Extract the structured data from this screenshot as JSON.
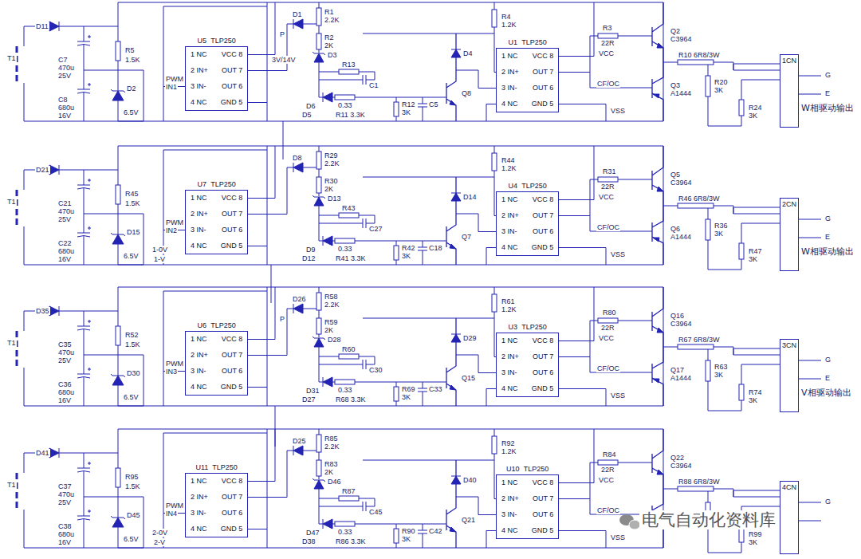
{
  "diagram": {
    "nodes": [
      {
        "text": [
          "U5",
          "TLP250",
          "1 NC",
          "VCC 8",
          "2 IN+",
          "OUT 7",
          "3 IN-",
          "OUT 6",
          "4 NC",
          "GND 5"
        ]
      },
      {
        "text": [
          "U1",
          "TLP250",
          "1 NC",
          "VCC 8",
          "2 IN+",
          "OUT 7",
          "3 IN-",
          "OUT 6",
          "4 NC",
          "GND 5"
        ]
      },
      {
        "text": [
          "1CN"
        ]
      },
      {
        "text": [
          "U7",
          "TLP250",
          "1 NC",
          "VCC 8",
          "2 IN+",
          "OUT 7",
          "3 IN-",
          "OUT 6",
          "4 NC",
          "GND 5"
        ]
      },
      {
        "text": [
          "U4",
          "TLP250",
          "1 NC",
          "VCC 8",
          "2 IN+",
          "OUT 7",
          "3 IN-",
          "OUT 6",
          "4 NC",
          "GND 5"
        ]
      },
      {
        "text": [
          "2CN"
        ]
      },
      {
        "text": [
          "U6",
          "TLP250",
          "1 NC",
          "VCC 8",
          "2 IN+",
          "OUT 7",
          "3 IN-",
          "OUT 6",
          "4 NC",
          "GND 5"
        ]
      },
      {
        "text": [
          "U3",
          "TLP250",
          "1 NC",
          "VCC 8",
          "2 IN+",
          "OUT 7",
          "3 IN-",
          "OUT 6",
          "4 NC",
          "GND 5"
        ]
      },
      {
        "text": [
          "3CN"
        ]
      },
      {
        "text": [
          "U11",
          "TLP250",
          "1 NC",
          "VCC 8",
          "2 IN+",
          "OUT 7",
          "3 IN-",
          "OUT 6",
          "4 NC",
          "GND 5"
        ]
      },
      {
        "text": [
          "U10",
          "TLP250",
          "1 NC",
          "VCC 8",
          "2 IN+",
          "OUT 7",
          "3 IN-",
          "OUT 6",
          "4 NC",
          "GND 5"
        ]
      },
      {
        "text": [
          "4CN"
        ]
      }
    ],
    "labels": [
      "D11",
      "T1",
      "C7",
      "470u",
      "25V",
      "C8",
      "680u",
      "16V",
      "R5",
      "1.5K",
      "D2",
      "6.5V",
      "PWM",
      "IN1",
      "P",
      "D1",
      "R1",
      "2.2K",
      "R2",
      "2K",
      "D3",
      "R13",
      "C1",
      "D6",
      "0.33",
      "R12",
      "3K",
      "C5",
      "Q8",
      "D4",
      "R4",
      "1.2K",
      "D5",
      "R11 3.3K",
      "VCC",
      "CF/OC",
      "VSS",
      "R3",
      "22R",
      "Q2",
      "C3964",
      "Q3",
      "A1444",
      "R10 6R8/3W",
      "R20",
      "3K",
      "R24",
      "3K",
      "G",
      "E",
      "W相驱动输出",
      "3V/14V",
      "D21",
      "T1",
      "C21",
      "470u",
      "25V",
      "C22",
      "680u",
      "16V",
      "R45",
      "1.5K",
      "D15",
      "6.5V",
      "PWM",
      "IN2",
      "D8",
      "R29",
      "2.2K",
      "R30",
      "2K",
      "D13",
      "R43",
      "C27",
      "D9",
      "0.33",
      "R42",
      "3K",
      "C18",
      "Q7",
      "D14",
      "R44",
      "1.2K",
      "D12",
      "R41 3.3K",
      "VCC",
      "CF/OC",
      "VSS",
      "R31",
      "22R",
      "Q5",
      "C3964",
      "Q6",
      "A1444",
      "R46 6R8/3W",
      "R36",
      "3K",
      "R47",
      "3K",
      "G",
      "E",
      "W相驱动输出",
      "1-0V",
      "1-V",
      "D35",
      "T1",
      "C35",
      "470u",
      "25V",
      "C36",
      "680u",
      "16V",
      "R52",
      "1.5K",
      "D30",
      "6.5V",
      "PWM",
      "IN3",
      "P",
      "D26",
      "R58",
      "2.2K",
      "R59",
      "2K",
      "D28",
      "R60",
      "C30",
      "D31",
      "0.33",
      "R69",
      "3K",
      "C33",
      "Q15",
      "D29",
      "R61",
      "1.2K",
      "D27",
      "R68 3.3K",
      "VCC",
      "CF/OC",
      "VSS",
      "R80",
      "22R",
      "Q16",
      "C3964",
      "Q17",
      "A1444",
      "R67 6R8/3W",
      "R63",
      "3K",
      "R74",
      "3K",
      "G",
      "E",
      "V相驱动输出",
      "D41",
      "T1",
      "C37",
      "470u",
      "25V",
      "C38",
      "680u",
      "16V",
      "R95",
      "1.5K",
      "D45",
      "6.5V",
      "PWM",
      "IN4",
      "D25",
      "R85",
      "2.2K",
      "R83",
      "2K",
      "D46",
      "R87",
      "C45",
      "D47",
      "0.33",
      "R90",
      "3K",
      "C42",
      "Q21",
      "D40",
      "R92",
      "1.2K",
      "D38",
      "R86 3.3K",
      "VCC",
      "CF/OC",
      "VSS",
      "R84",
      "22R",
      "Q22",
      "C3964",
      "R88 6R8/3W",
      "R99",
      "3K",
      "G",
      "2-0V",
      "2-V",
      "电气自动化资料库"
    ]
  }
}
